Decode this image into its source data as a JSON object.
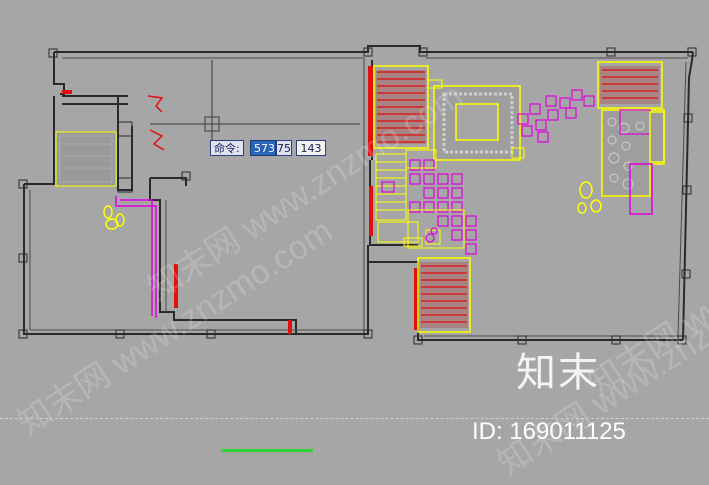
{
  "command_bar": {
    "label": "命令:",
    "x_value": "573",
    "y_value": "75",
    "z_value": "143"
  },
  "watermark": {
    "logo_text": "知末",
    "id_text": "ID: 169011125",
    "diagonal_text": "知末网 www.znzmo.com"
  },
  "colors": {
    "background": "#a6a6a6",
    "wall": "#2a2a2a",
    "yellow": "#ffff00",
    "red": "#e01010",
    "magenta": "#e000e0",
    "accent_blue": "#2a64b8",
    "scale_green": "#31d131"
  },
  "icons": [
    "crosshair-icon"
  ]
}
